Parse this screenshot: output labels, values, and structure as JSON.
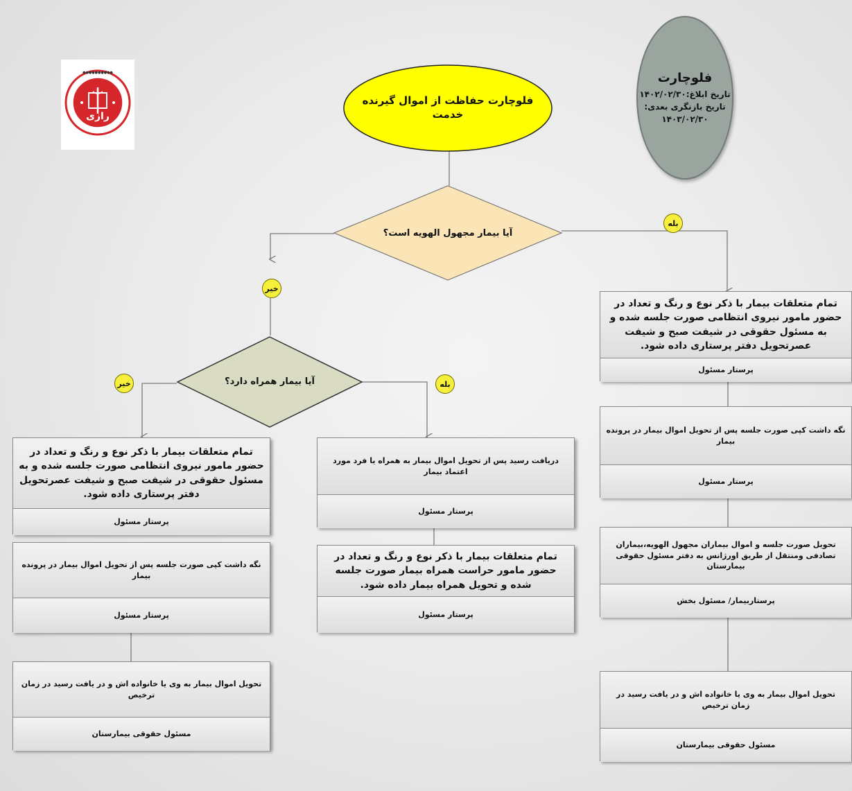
{
  "colors": {
    "start_fill": "#ffff00",
    "decision1_fill": "#fbe5b6",
    "decision2_fill": "#d9dcc2",
    "badge_fill": "#f6ef3c",
    "info_circle_fill": "#9aa59f",
    "logo_red": "#d4262b"
  },
  "logo": {
    "icon": "razi-hospital-logo",
    "text": "رازی"
  },
  "info_circle": {
    "title": "فلوچارت",
    "notify_date": "تاریخ ابلاغ:۱۴۰۲/۰۲/۳۰",
    "review_label": "تاریخ بازنگری بعدی:",
    "review_date": "۱۴۰۳/۰۲/۳۰"
  },
  "start": {
    "text": "فلوچارت حفاظت از اموال گیرنده خدمت"
  },
  "decision1": {
    "text": "آیا بیمار مجهول الهویه است؟"
  },
  "decision2": {
    "text": "آیا بیمار همراه دارد؟"
  },
  "badges": {
    "yes": "بله",
    "no": "خیر"
  },
  "right_column": [
    {
      "text": "تمام متعلقات بیمار با ذکر نوع و رنگ و تعداد در حضور مامور نیروی انتظامی صورت جلسه شده و به مسئول حقوقی در شیفت صبح و شیفت عصرتحویل دفتر پرستاری داده شود.",
      "role": "پرستار مسئول"
    },
    {
      "text": "نگه داشت کپی صورت جلسه پس از تحویل اموال بیمار در پرونده بیمار",
      "role": "پرستار مسئول"
    },
    {
      "text": "تحویل صورت جلسه و اموال بیماران مجهول الهویه،بیماران تصادفی ومنتقل از طریق اورژانس به دفتر مسئول حقوقی بیمارستان",
      "role": "پرستاربیمار/ مسئول بخش"
    },
    {
      "text": "تحویل اموال بیمار به وی یا خانواده اش و در یافت رسید در زمان ترخیص",
      "role": "مسئول حقوقی بیمارستان"
    }
  ],
  "middle_column": [
    {
      "text": "دریافت رسید پس از تحویل اموال بیمار به همراه یا فرد مورد اعتماد بیمار",
      "role": "پرستار مسئول"
    },
    {
      "text": "تمام متعلقات بیمار با ذکر نوع و رنگ و تعداد در حضور مامور حراست همراه بیمار صورت جلسه شده و تحویل همراه بیمار داده شود.",
      "role": "پرستار مسئول"
    }
  ],
  "left_column": [
    {
      "text": "تمام متعلقات بیمار با ذکر نوع و رنگ و تعداد در حضور مامور نیروی انتظامی صورت جلسه شده و به مسئول حقوقی در شیفت صبح و شیفت عصرتحویل دفتر پرستاری داده شود.",
      "role": "پرستار مسئول"
    },
    {
      "text": "نگه داشت کپی صورت جلسه پس از تحویل اموال بیمار در پرونده بیمار",
      "role": "پرستار مسئول"
    },
    {
      "text": "تحویل اموال بیمار به وی یا خانواده اش و در یافت رسید در زمان ترخیص",
      "role": "مسئول حقوقی بیمارستان"
    }
  ]
}
